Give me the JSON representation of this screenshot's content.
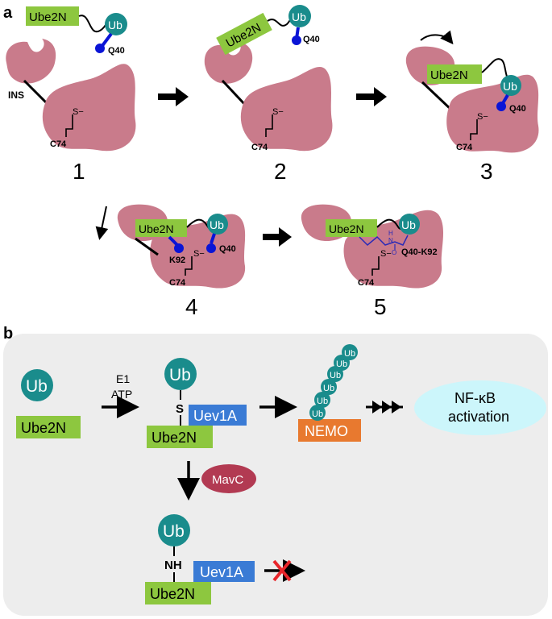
{
  "panel_a": {
    "letter": "a",
    "ube2n": "Ube2N",
    "ub": "Ub",
    "q40": "Q40",
    "ins": "INS",
    "s_minus": "S−",
    "c74": "C74",
    "k92": "K92",
    "q40_k92": "Q40-K92",
    "amide_h": "H",
    "amide_n": "N",
    "amide_o": "O",
    "steps": [
      "1",
      "2",
      "3",
      "4",
      "5"
    ]
  },
  "panel_b": {
    "letter": "b",
    "ub": "Ub",
    "ube2n": "Ube2N",
    "uev1a": "Uev1A",
    "e1": "E1",
    "atp": "ATP",
    "s_link": "S",
    "nh_link": "NH",
    "nemo": "NEMO",
    "mavc": "MavC",
    "nfkb_line1": "NF-κB",
    "nfkb_line2": "activation",
    "chain_ub": [
      "Ub",
      "Ub",
      "Ub",
      "Ub",
      "Ub",
      "Ub"
    ]
  },
  "colors": {
    "protein": "#c97b8b",
    "ube2n": "#8dc73f",
    "ub": "#1a8c8c",
    "q40_ball": "#0a14d6",
    "uev1a": "#3a7bd5",
    "nemo": "#e8792f",
    "mavc": "#b23a52",
    "nfkb": "#ccf6fb",
    "panel_b_bg": "#ededed",
    "inhibit_x": "#e8262b"
  }
}
